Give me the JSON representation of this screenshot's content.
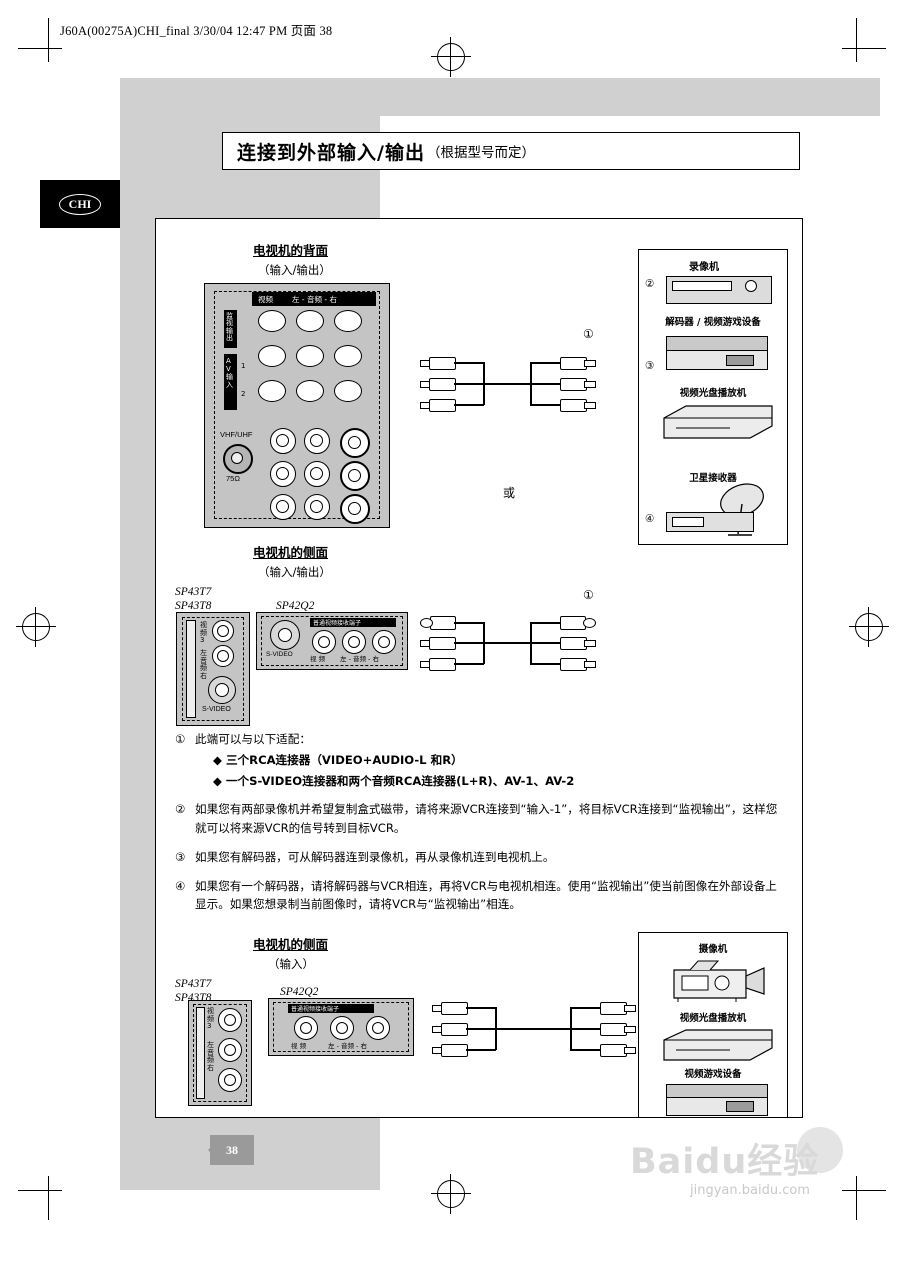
{
  "header": {
    "text": "J60A(00275A)CHI_final  3/30/04  12:47 PM  页面 38"
  },
  "tab": {
    "label": "CHI"
  },
  "title": {
    "main": "连接到外部输入/输出",
    "paren": "（根据型号而定）"
  },
  "diagram1": {
    "heading": "电视机的背面",
    "subheading": "（输入/输出）",
    "panel": {
      "col_video": "视频",
      "col_audio": "左 - 音频 - 右",
      "row_monitor": "监视输出",
      "row_input": "A V 输 入",
      "row_in_1": "1",
      "row_in_2": "2",
      "vhf": "VHF/UHF",
      "ohm": "75Ω"
    },
    "callout_1": "①",
    "or": "或"
  },
  "devices_top": {
    "items": [
      {
        "num": "②",
        "label": "录像机"
      },
      {
        "num": "③",
        "label": "解码器 / 视频游戏设备"
      },
      {
        "num": "",
        "label": "视频光盘播放机"
      },
      {
        "num": "④",
        "label": "卫星接收器"
      }
    ]
  },
  "diagram2": {
    "heading": "电视机的侧面",
    "subheading": "（输入/输出）",
    "models_left": [
      "SP43T7",
      "SP43T8"
    ],
    "model_right": "SP42Q2",
    "left_panel": {
      "label_video": "视频 3",
      "label_audio": "左 音频 右",
      "svideo": "S-VIDEO"
    },
    "right_panel": {
      "top_bar": "普通视频接收端子",
      "svideo": "S-VIDEO",
      "video": "视 频",
      "audio": "左 - 音频 - 右"
    },
    "callout_1": "①"
  },
  "notes": [
    {
      "num": "①",
      "text": "此端可以与以下适配：",
      "bullets": [
        "◆ 三个RCA连接器（VIDEO+AUDIO-L 和R）",
        "◆ 一个S-VIDEO连接器和两个音频RCA连接器(L+R)、AV-1、AV-2"
      ]
    },
    {
      "num": "②",
      "text": "如果您有两部录像机并希望复制盒式磁带，请将来源VCR连接到“输入-1”，将目标VCR连接到“监视输出”，这样您就可以将来源VCR的信号转到目标VCR。"
    },
    {
      "num": "③",
      "text": "如果您有解码器，可从解码器连到录像机，再从录像机连到电视机上。"
    },
    {
      "num": "④",
      "text": "如果您有一个解码器，请将解码器与VCR相连，再将VCR与电视机相连。使用“监视输出”使当前图像在外部设备上显示。如果您想录制当前图像时，请将VCR与“监视输出”相连。"
    }
  ],
  "diagram3": {
    "heading": "电视机的侧面",
    "subheading": "（输入）",
    "models_left": [
      "SP43T7",
      "SP43T8"
    ],
    "model_right": "SP42Q2",
    "left_panel": {
      "label_video": "视频 3",
      "label_audio": "左 音频 右"
    },
    "right_panel": {
      "top_bar": "普通视频接收端子",
      "video": "视 频",
      "audio": "左 - 音频 - 右"
    }
  },
  "devices_bottom": {
    "items": [
      {
        "label": "摄像机"
      },
      {
        "label": "视频光盘播放机"
      },
      {
        "label": "视频游戏设备"
      }
    ]
  },
  "page_number": "38",
  "watermark": {
    "main": "Baidu经验",
    "sub": "jingyan.baidu.com"
  }
}
